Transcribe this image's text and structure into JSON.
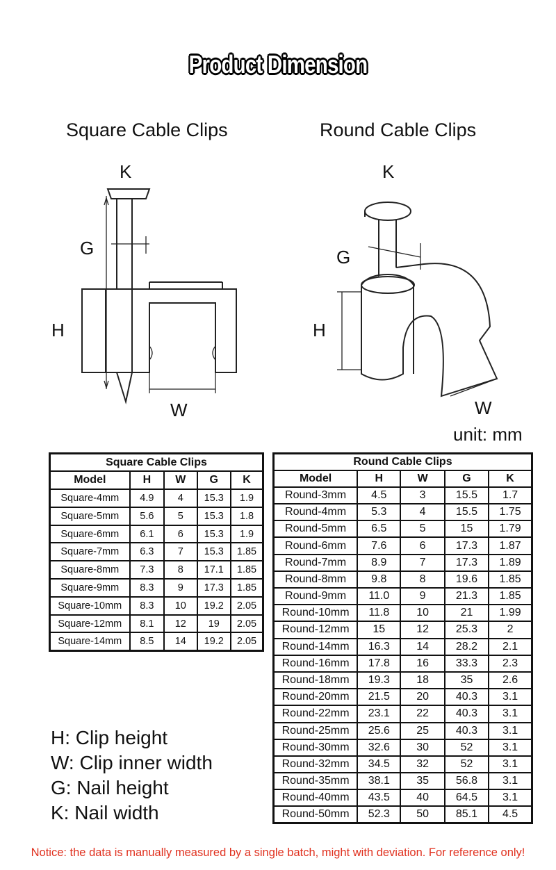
{
  "title": "Product Dimension",
  "square": {
    "diagram_title": "Square Cable Clips",
    "labels": {
      "k": "K",
      "g": "G",
      "h": "H",
      "w": "W"
    },
    "table": {
      "caption": "Square Cable Clips",
      "headers": [
        "Model",
        "H",
        "W",
        "G",
        "K"
      ],
      "rows": [
        [
          "Square-4mm",
          "4.9",
          "4",
          "15.3",
          "1.9"
        ],
        [
          "Square-5mm",
          "5.6",
          "5",
          "15.3",
          "1.8"
        ],
        [
          "Square-6mm",
          "6.1",
          "6",
          "15.3",
          "1.9"
        ],
        [
          "Square-7mm",
          "6.3",
          "7",
          "15.3",
          "1.85"
        ],
        [
          "Square-8mm",
          "7.3",
          "8",
          "17.1",
          "1.85"
        ],
        [
          "Square-9mm",
          "8.3",
          "9",
          "17.3",
          "1.85"
        ],
        [
          "Square-10mm",
          "8.3",
          "10",
          "19.2",
          "2.05"
        ],
        [
          "Square-12mm",
          "8.1",
          "12",
          "19",
          "2.05"
        ],
        [
          "Square-14mm",
          "8.5",
          "14",
          "19.2",
          "2.05"
        ]
      ]
    }
  },
  "round": {
    "diagram_title": "Round Cable Clips",
    "labels": {
      "k": "K",
      "g": "G",
      "h": "H",
      "w": "W"
    },
    "unit": "unit: mm",
    "table": {
      "caption": "Round Cable Clips",
      "headers": [
        "Model",
        "H",
        "W",
        "G",
        "K"
      ],
      "rows": [
        [
          "Round-3mm",
          "4.5",
          "3",
          "15.5",
          "1.7"
        ],
        [
          "Round-4mm",
          "5.3",
          "4",
          "15.5",
          "1.75"
        ],
        [
          "Round-5mm",
          "6.5",
          "5",
          "15",
          "1.79"
        ],
        [
          "Round-6mm",
          "7.6",
          "6",
          "17.3",
          "1.87"
        ],
        [
          "Round-7mm",
          "8.9",
          "7",
          "17.3",
          "1.89"
        ],
        [
          "Round-8mm",
          "9.8",
          "8",
          "19.6",
          "1.85"
        ],
        [
          "Round-9mm",
          "11.0",
          "9",
          "21.3",
          "1.85"
        ],
        [
          "Round-10mm",
          "11.8",
          "10",
          "21",
          "1.99"
        ],
        [
          "Round-12mm",
          "15",
          "12",
          "25.3",
          "2"
        ],
        [
          "Round-14mm",
          "16.3",
          "14",
          "28.2",
          "2.1"
        ],
        [
          "Round-16mm",
          "17.8",
          "16",
          "33.3",
          "2.3"
        ],
        [
          "Round-18mm",
          "19.3",
          "18",
          "35",
          "2.6"
        ],
        [
          "Round-20mm",
          "21.5",
          "20",
          "40.3",
          "3.1"
        ],
        [
          "Round-22mm",
          "23.1",
          "22",
          "40.3",
          "3.1"
        ],
        [
          "Round-25mm",
          "25.6",
          "25",
          "40.3",
          "3.1"
        ],
        [
          "Round-30mm",
          "32.6",
          "30",
          "52",
          "3.1"
        ],
        [
          "Round-32mm",
          "34.5",
          "32",
          "52",
          "3.1"
        ],
        [
          "Round-35mm",
          "38.1",
          "35",
          "56.8",
          "3.1"
        ],
        [
          "Round-40mm",
          "43.5",
          "40",
          "64.5",
          "3.1"
        ],
        [
          "Round-50mm",
          "52.3",
          "50",
          "85.1",
          "4.5"
        ]
      ]
    }
  },
  "legend": [
    "H: Clip height",
    "W: Clip inner width",
    "G: Nail height",
    "K: Nail width"
  ],
  "notice": "Notice: the data is manually measured by a single batch, might with deviation. For reference only!"
}
